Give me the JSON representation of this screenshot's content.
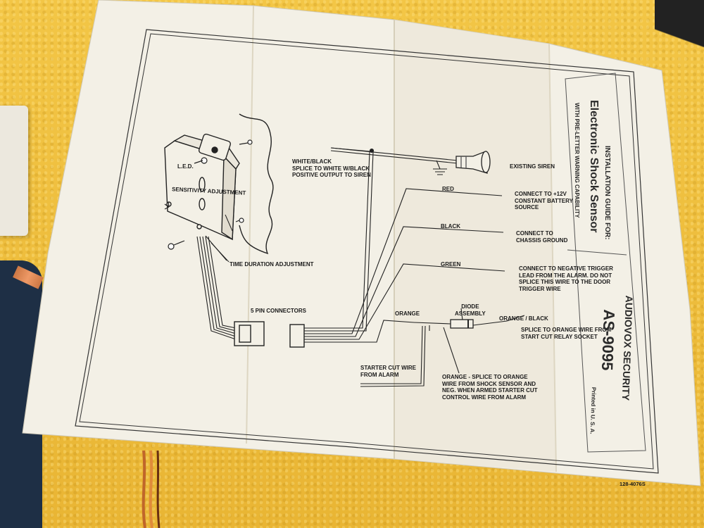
{
  "labels": {
    "led": "L.E.D.",
    "sensitivity": "SENSITIVITY ADJUSTMENT",
    "time_duration": "TIME DURATION ADJUSTMENT",
    "pin_connectors": "5 PIN CONNECTORS",
    "white_black_line1": "WHITE/BLACK",
    "white_black_line2": "SPLICE TO WHITE w/BLACK",
    "white_black_line3": "POSITIVE OUTPUT TO SIREN",
    "existing_siren": "EXISTING SIREN",
    "red": "RED",
    "red_desc_line1": "CONNECT TO +12V",
    "red_desc_line2": "CONSTANT BATTERY",
    "red_desc_line3": "SOURCE",
    "black": "BLACK",
    "black_desc_line1": "CONNECT TO",
    "black_desc_line2": "CHASSIS GROUND",
    "green": "GREEN",
    "green_desc_line1": "CONNECT TO NEGATIVE TRIGGER",
    "green_desc_line2": "LEAD FROM THE ALARM.  DO NOT",
    "green_desc_line3": "SPLICE THIS WIRE TO THE DOOR",
    "green_desc_line4": "TRIGGER WIRE",
    "diode_line1": "DIODE",
    "diode_line2": "ASSEMBLY",
    "orange": "ORANGE",
    "orange_black": "ORANGE / BLACK",
    "orange_black_desc_line1": "SPLICE TO ORANGE WIRE FROM",
    "orange_black_desc_line2": "START CUT RELAY SOCKET",
    "starter_cut_line1": "STARTER CUT WIRE",
    "starter_cut_line2": "FROM ALARM",
    "orange_splice_line1": "ORANGE - SPLICE TO ORANGE",
    "orange_splice_line2": "WIRE FROM  SHOCK SENSOR  AND",
    "orange_splice_line3": "NEG. WHEN ARMED STARTER CUT",
    "orange_splice_line4": "CONTROL WIRE  FROM ALARM",
    "part_number": "128-4076S"
  },
  "title_block": {
    "guide": "INSTALLATION GUIDE FOR:",
    "product": "Electronic Shock Sensor",
    "warranty": "WITH PRE-LETTER WARNING CAPABILITY",
    "brand": "AUDIOVOX SECURITY",
    "model": "AS-9095",
    "printed": "Printed in U. S. A."
  },
  "colors": {
    "paper": "#f3f0e6",
    "ink": "#1b1b1b",
    "towel": "#f0bf3c"
  }
}
